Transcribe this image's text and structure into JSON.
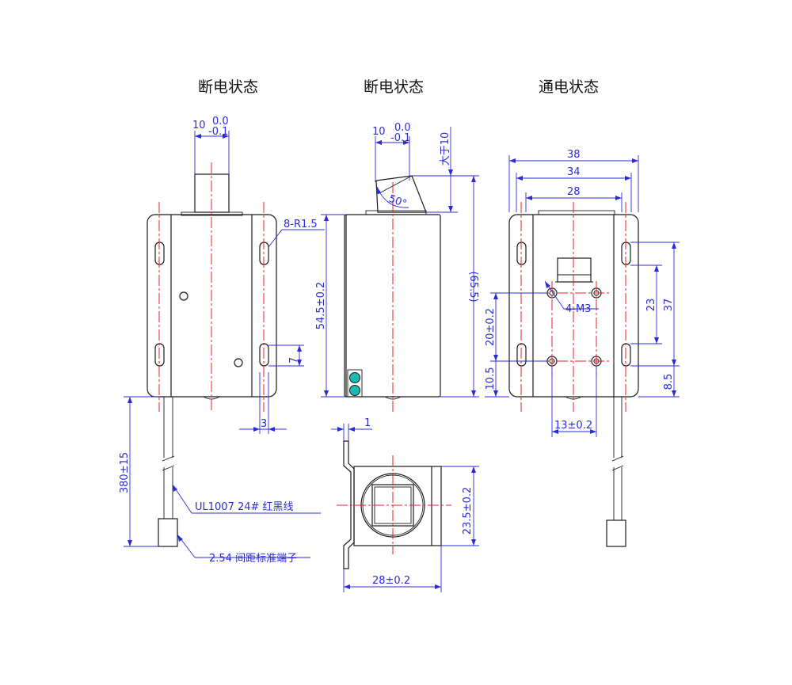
{
  "titles": {
    "view1": "断电状态",
    "view2": "断电状态",
    "view3": "通电状态"
  },
  "dimensions": {
    "plunger_width": "10",
    "tol_upper": "0.0",
    "tol_lower": "-0.1",
    "plunger_width_2": "10",
    "tol_upper_2": "0.0",
    "tol_lower_2": "-0.1",
    "stroke_min": "大于10",
    "bevel_angle": "50°",
    "corner_radius": "8-R1.5",
    "body_length": "54.5±0.2",
    "overall_length": "(65.5)",
    "slot_pitch": "7",
    "slot_width": "3",
    "bracket_thickness": "1",
    "wire_length": "380±15",
    "width_38": "38",
    "width_34": "34",
    "width_28": "28",
    "screw_spacing_v": "20±0.2",
    "screw_offset": "10.5",
    "screw_thread": "4-M3",
    "screw_spacing_h": "13±0.2",
    "slot_spacing": "23",
    "slot_span": "37",
    "slot_offset": "8.5",
    "base_height": "23.5±0.2",
    "base_width": "28±0.2"
  },
  "annotations": {
    "wire_spec": "UL1007  24#  红黑线",
    "connector_spec": "2.54 间距标准端子"
  },
  "colors": {
    "outline": "#1a1a1a",
    "centerline": "#e8202a",
    "dimension": "#2b2bd6",
    "indicator": "#1fb8b0"
  }
}
